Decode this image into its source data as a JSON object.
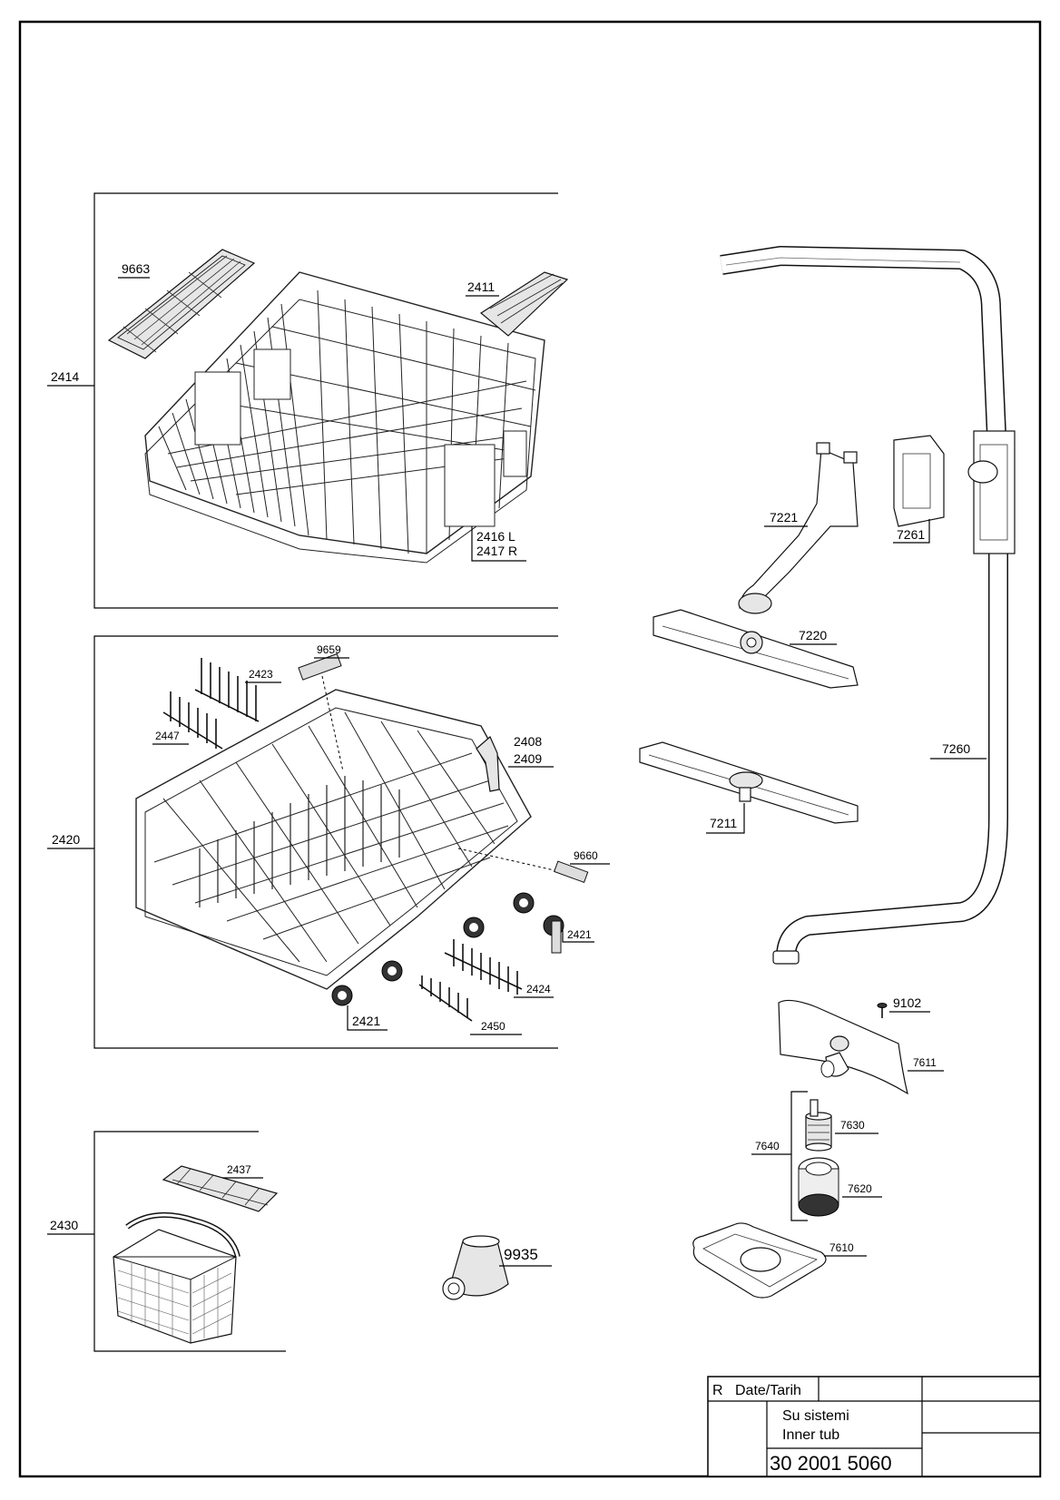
{
  "group_labels": {
    "upper_basket": "2414",
    "lower_basket": "2420",
    "cutlery_basket": "2430"
  },
  "part_labels": {
    "p9663": "9663",
    "p2411": "2411",
    "p2416": "2416 L",
    "p2417": "2417 R",
    "p9659": "9659",
    "p2423": "2423",
    "p2447": "2447",
    "p2408": "2408",
    "p2409": "2409",
    "p9660": "9660",
    "p2421a": "2421",
    "p2421b": "2421",
    "p2424": "2424",
    "p2450": "2450",
    "p2437": "2437",
    "p9935": "9935",
    "p7221": "7221",
    "p7261": "7261",
    "p7220": "7220",
    "p7260": "7260",
    "p7211": "7211",
    "p9102": "9102",
    "p7611": "7611",
    "p7630": "7630",
    "p7640": "7640",
    "p7620": "7620",
    "p7610": "7610"
  },
  "title_block": {
    "r": "R",
    "date": "Date/Tarih",
    "title_tr": "Su sistemi",
    "title_en": "Inner tub",
    "drawing_no": "30 2001 5060"
  }
}
